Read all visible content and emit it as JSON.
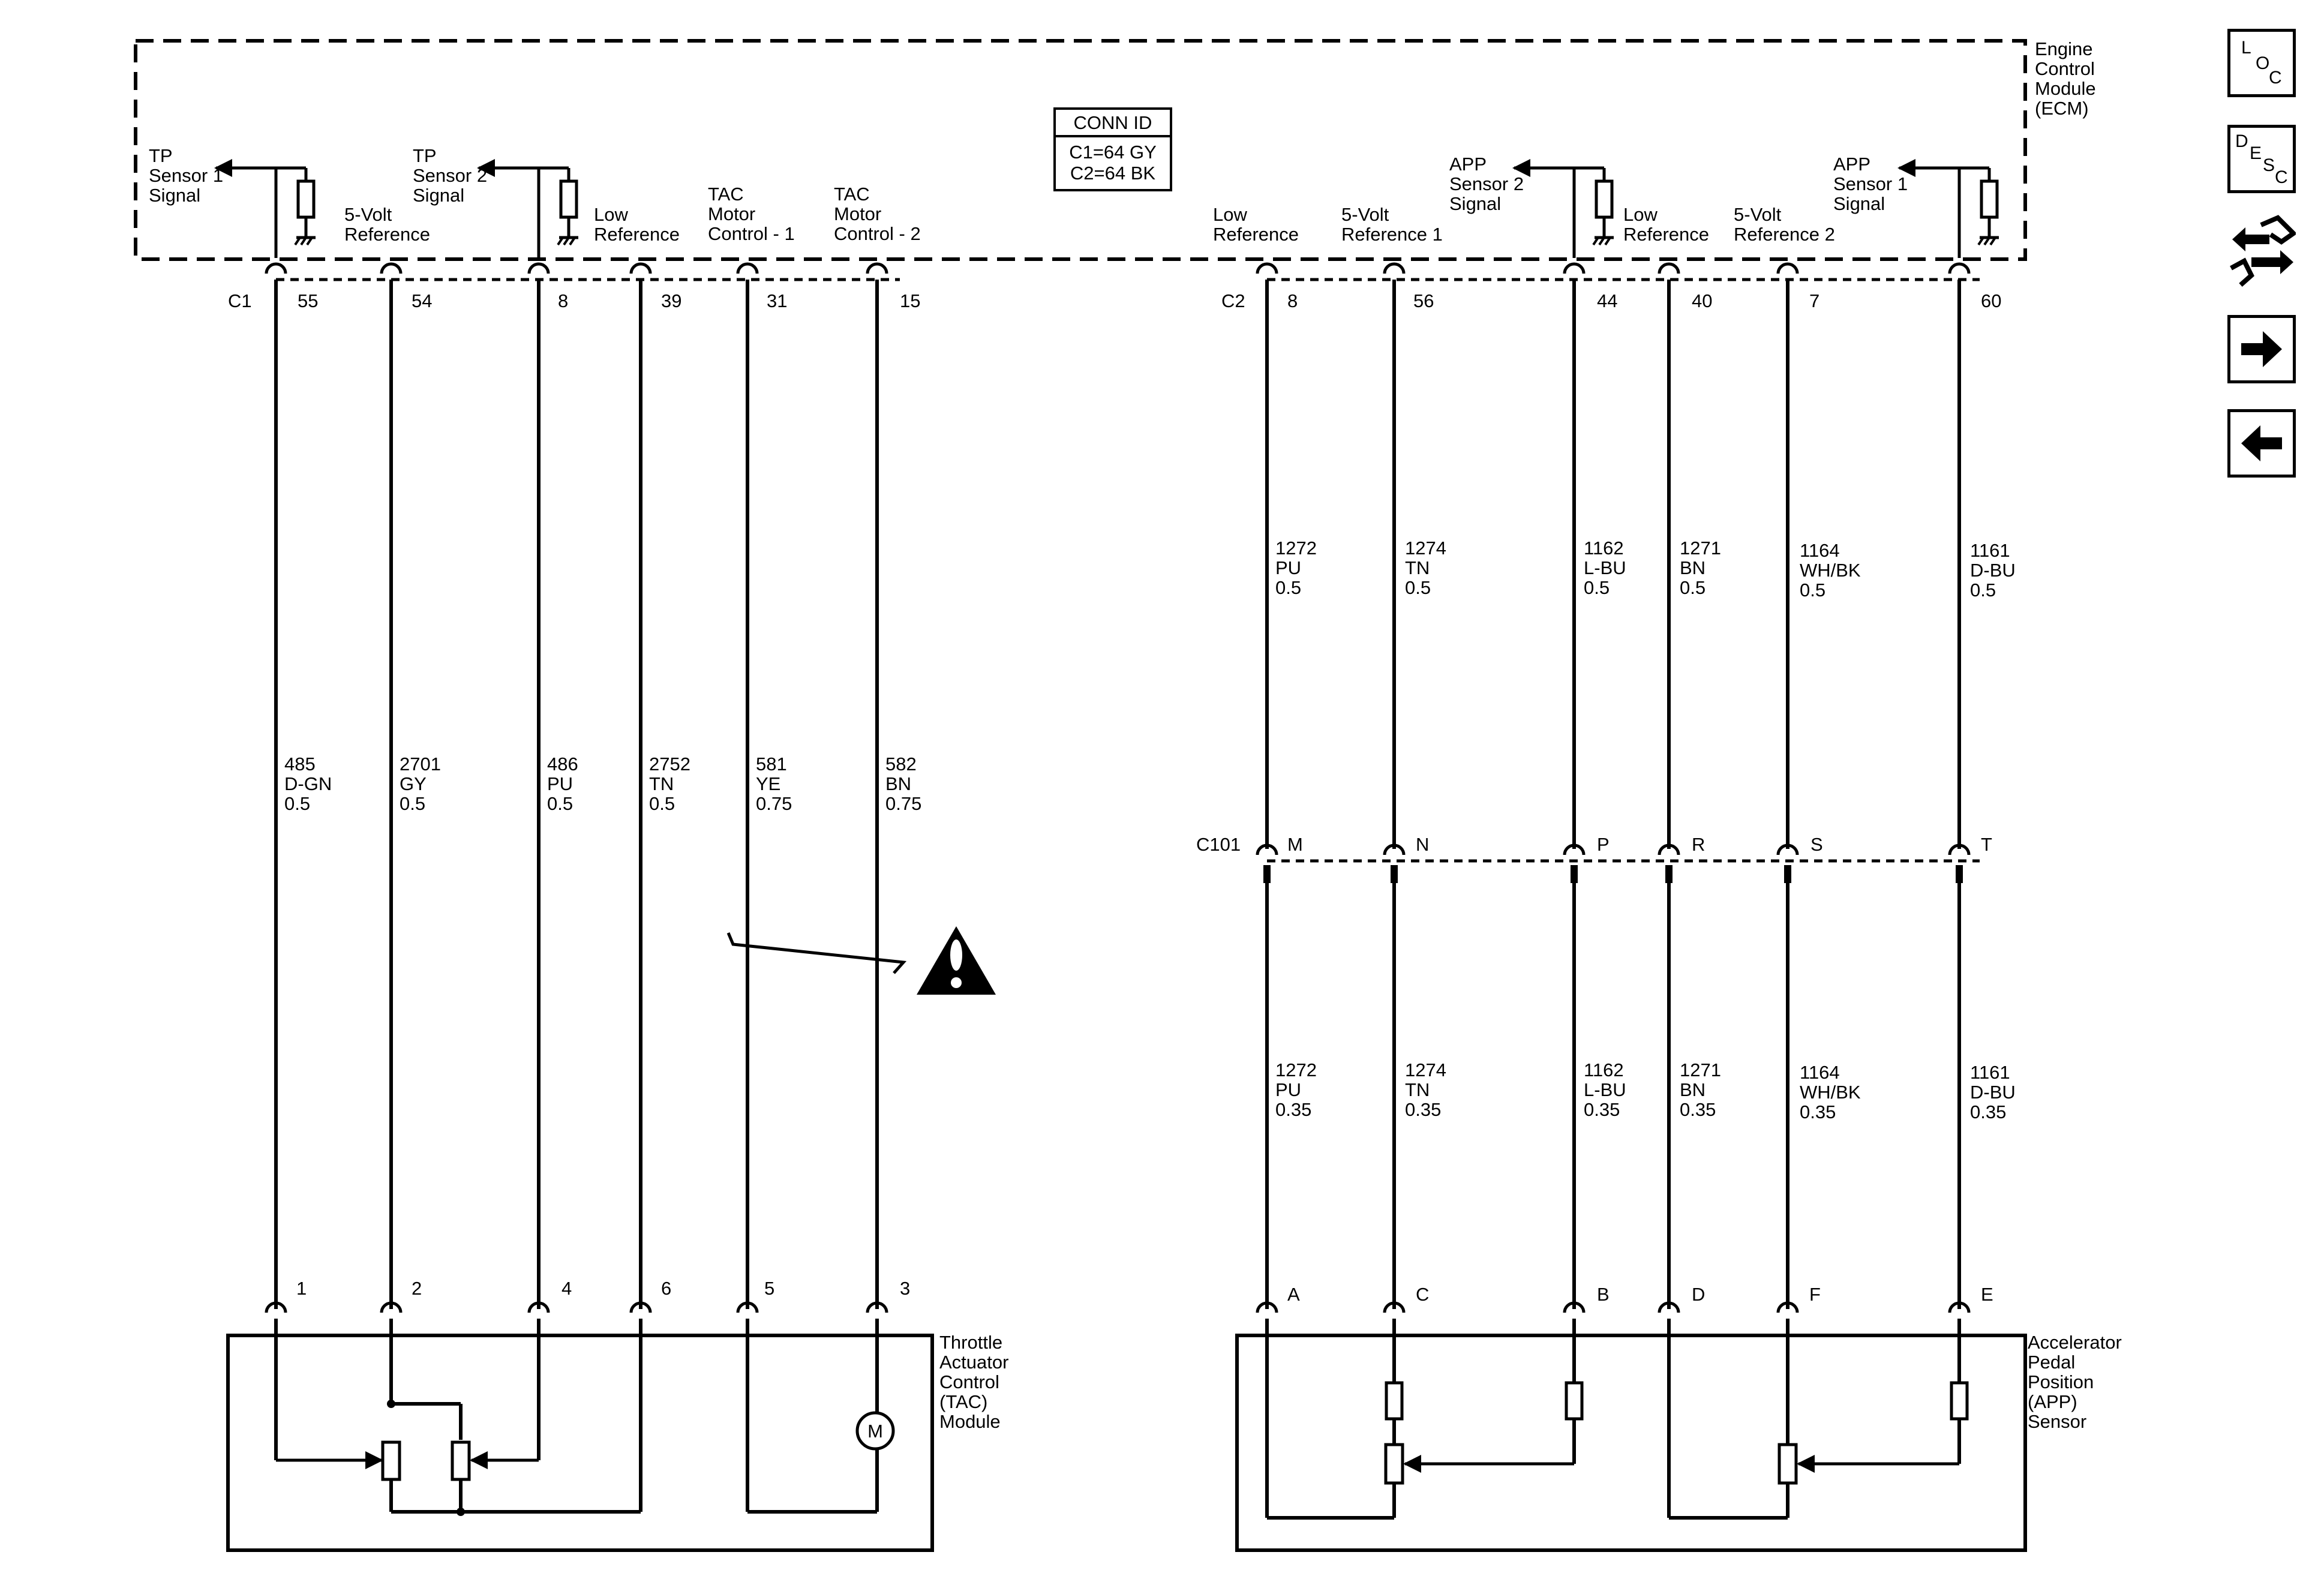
{
  "ecm": {
    "label": [
      "Engine",
      "Control",
      "Module",
      "(ECM)"
    ]
  },
  "conn_id": {
    "title": "CONN ID",
    "line1": "C1=64 GY",
    "line2": "C2=64 BK"
  },
  "connectors": {
    "c1": "C1",
    "c2": "C2",
    "c101": "C101"
  },
  "left_circuits": [
    {
      "ecm_label": [
        "TP",
        "Sensor 1",
        "Signal"
      ],
      "ecm_pin": "55",
      "wire": [
        "485",
        "D-GN",
        "0.5"
      ],
      "module_pin": "1"
    },
    {
      "ecm_label": [
        "5-Volt",
        "Reference"
      ],
      "ecm_pin": "54",
      "wire": [
        "2701",
        "GY",
        "0.5"
      ],
      "module_pin": "2"
    },
    {
      "ecm_label": [
        "TP",
        "Sensor 2",
        "Signal"
      ],
      "ecm_pin": "8",
      "wire": [
        "486",
        "PU",
        "0.5"
      ],
      "module_pin": "4"
    },
    {
      "ecm_label": [
        "Low",
        "Reference"
      ],
      "ecm_pin": "39",
      "wire": [
        "2752",
        "TN",
        "0.5"
      ],
      "module_pin": "6"
    },
    {
      "ecm_label": [
        "TAC",
        "Motor",
        "Control - 1"
      ],
      "ecm_pin": "31",
      "wire": [
        "581",
        "YE",
        "0.75"
      ],
      "module_pin": "5"
    },
    {
      "ecm_label": [
        "TAC",
        "Motor",
        "Control - 2"
      ],
      "ecm_pin": "15",
      "wire": [
        "582",
        "BN",
        "0.75"
      ],
      "module_pin": "3"
    }
  ],
  "right_circuits": [
    {
      "ecm_label": [
        "Low",
        "Reference"
      ],
      "ecm_pin": "8",
      "wire_top": [
        "1272",
        "PU",
        "0.5"
      ],
      "c101_pin": "M",
      "wire_bottom": [
        "1272",
        "PU",
        "0.35"
      ],
      "sensor_pin": "A"
    },
    {
      "ecm_label": [
        "5-Volt",
        "Reference 1"
      ],
      "ecm_pin": "56",
      "wire_top": [
        "1274",
        "TN",
        "0.5"
      ],
      "c101_pin": "N",
      "wire_bottom": [
        "1274",
        "TN",
        "0.35"
      ],
      "sensor_pin": "C"
    },
    {
      "ecm_label": [
        "APP",
        "Sensor 2",
        "Signal"
      ],
      "ecm_pin": "44",
      "wire_top": [
        "1162",
        "L-BU",
        "0.5"
      ],
      "c101_pin": "P",
      "wire_bottom": [
        "1162",
        "L-BU",
        "0.35"
      ],
      "sensor_pin": "B"
    },
    {
      "ecm_label": [
        "Low",
        "Reference"
      ],
      "ecm_pin": "40",
      "wire_top": [
        "1271",
        "BN",
        "0.5"
      ],
      "c101_pin": "R",
      "wire_bottom": [
        "1271",
        "BN",
        "0.35"
      ],
      "sensor_pin": "D"
    },
    {
      "ecm_label": [
        "5-Volt",
        "Reference 2"
      ],
      "ecm_pin": "7",
      "wire_top": [
        "1164",
        "WH/BK",
        "0.5"
      ],
      "c101_pin": "S",
      "wire_bottom": [
        "1164",
        "WH/BK",
        "0.35"
      ],
      "sensor_pin": "F"
    },
    {
      "ecm_label": [
        "APP",
        "Sensor 1",
        "Signal"
      ],
      "ecm_pin": "60",
      "wire_top": [
        "1161",
        "D-BU",
        "0.5"
      ],
      "c101_pin": "T",
      "wire_bottom": [
        "1161",
        "D-BU",
        "0.35"
      ],
      "sensor_pin": "E"
    }
  ],
  "tac_module": {
    "label": [
      "Throttle",
      "Actuator",
      "Control",
      "(TAC)",
      "Module"
    ],
    "motor_symbol": "M"
  },
  "app_sensor": {
    "label": [
      "Accelerator",
      "Pedal",
      "Position",
      "(APP)",
      "Sensor"
    ]
  },
  "nav": {
    "loc": [
      "L",
      "O",
      "C"
    ],
    "desc": [
      "D",
      "E",
      "S",
      "C"
    ],
    "icons": [
      "connector-swap-icon",
      "arrow-right-icon",
      "arrow-left-icon"
    ]
  },
  "colors": {
    "ink": "#000000",
    "background": "#ffffff"
  }
}
